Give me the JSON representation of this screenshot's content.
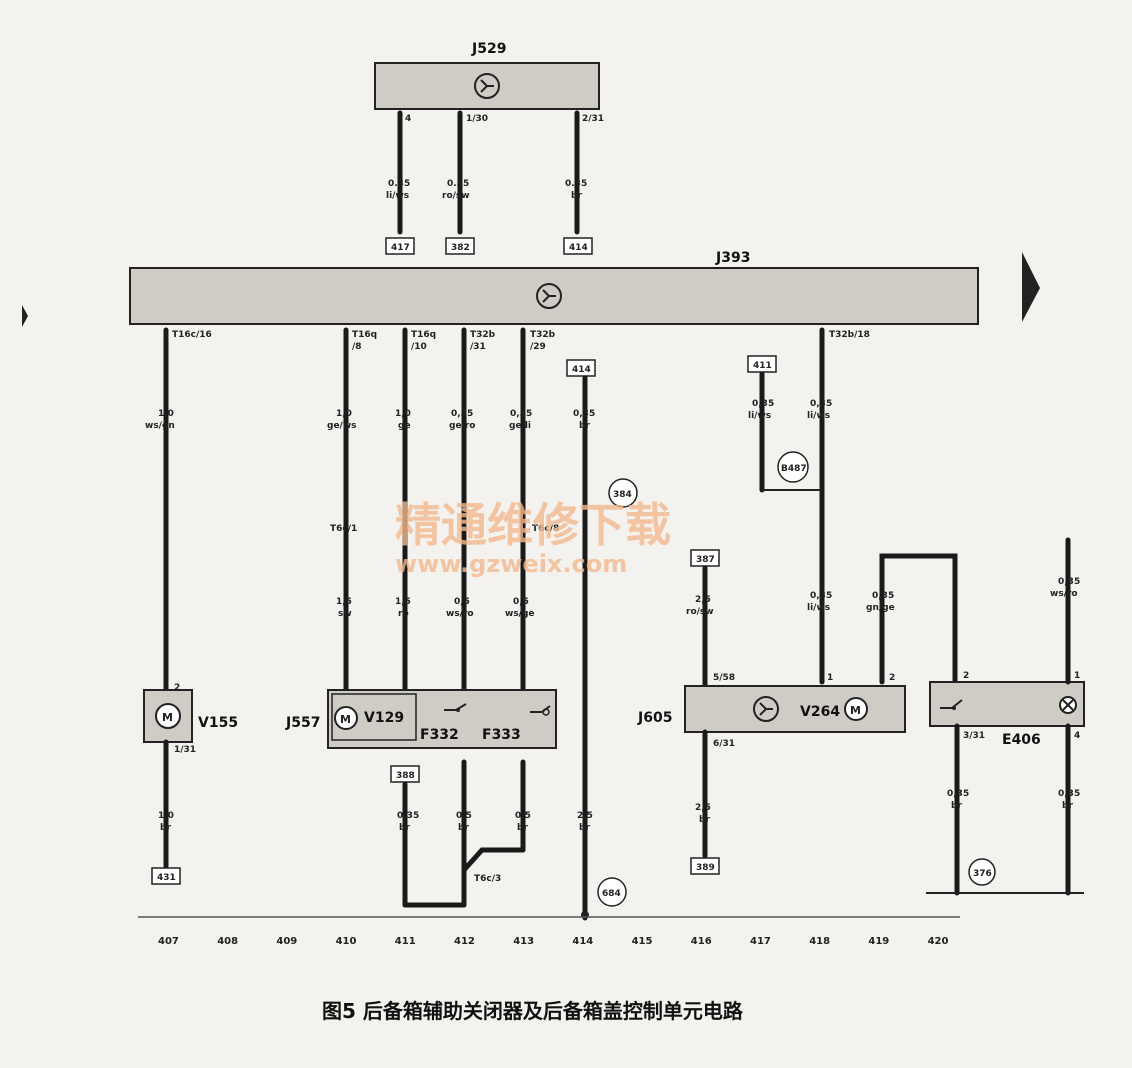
{
  "components": {
    "j529": "J529",
    "j393": "J393",
    "v155": "V155",
    "j557": "J557",
    "v129": "V129",
    "f332": "F332",
    "f333": "F333",
    "j605": "J605",
    "v264": "V264",
    "e406": "E406"
  },
  "pins": {
    "j529_4": "4",
    "j529_1_30": "1/30",
    "j529_2_31": "2/31",
    "t16c_16": "T16c/16",
    "t16q_a": "T16q",
    "t16q_a2": "/8",
    "t16q_b": "T16q",
    "t16q_b2": "/10",
    "t32b_a": "T32b",
    "t32b_a2": "/31",
    "t32b_b": "T32b",
    "t32b_b2": "/29",
    "t32b_18": "T32b/18",
    "v155_2": "2",
    "v155_1_31": "1/31",
    "j605_5_58": "5/58",
    "j605_6_31": "6/31",
    "v264_1": "1",
    "v264_2": "2",
    "e406_2": "2",
    "e406_3_31": "3/31",
    "e406_1": "1",
    "e406_4": "4"
  },
  "connectors": {
    "t6c1": "T6c/1",
    "t6c8": "T6c/8",
    "t6c3": "T6c/3"
  },
  "wires": {
    "w417_size": "0.35",
    "w417_color": "li/ws",
    "w382_size": "0.35",
    "w382_color": "ro/sw",
    "w414a_size": "0.35",
    "w414a_color": "br",
    "v155_top_size": "1,0",
    "v155_top_color": "ws/gn",
    "j557a_size": "1,0",
    "j557a_color": "ge/ws",
    "j557b_size": "1,0",
    "j557b_color": "ge",
    "j557c_size": "0,35",
    "j557c_color": "ge/ro",
    "j557d_size": "0,35",
    "j557d_color": "ge/li",
    "w414b_size": "0,35",
    "w414b_color": "br",
    "w411_size": "0,35",
    "w411_color": "li/ws",
    "t32b18_size": "0,35",
    "t32b18_color": "li/ws",
    "sw_size": "1,5",
    "sw_color": "sw",
    "ro_size": "1,5",
    "ro_color": "ro",
    "wsro_size": "0,5",
    "wsro_color": "ws/ro",
    "wsge_size": "0,5",
    "wsge_color": "ws/ge",
    "j605_in_size": "2,5",
    "j605_in_color": "ro/sw",
    "v264_1_size": "0,35",
    "v264_1_color": "li/ws",
    "v264_2_size": "0,35",
    "v264_2_color": "gn/ge",
    "e406_1_size": "0,35",
    "e406_1_color": "ws/ro",
    "v155_bot_size": "1,0",
    "v155_bot_color": "br",
    "j557_gnd_size": "0,35",
    "j557_gnd_color": "br",
    "f332_gnd_size": "0,5",
    "f332_gnd_color": "br",
    "f333_gnd_size": "0,5",
    "f333_gnd_color": "br",
    "main414_size": "2,5",
    "main414_color": "br",
    "j605_gnd_size": "2,5",
    "j605_gnd_color": "br",
    "e406_gnd1_size": "0,35",
    "e406_gnd1_color": "br",
    "e406_gnd2_size": "0,35",
    "e406_gnd2_color": "br"
  },
  "refs": {
    "r417": "417",
    "r382": "382",
    "r414a": "414",
    "r414b": "414",
    "r411": "411",
    "r388": "388",
    "r431": "431",
    "r389": "389",
    "r_j605_in": "387"
  },
  "nodes": {
    "n384": "384",
    "nB487": "B487",
    "n684": "684",
    "n376": "376"
  },
  "axis": [
    "407",
    "408",
    "409",
    "410",
    "411",
    "412",
    "413",
    "414",
    "415",
    "416",
    "417",
    "418",
    "419",
    "420"
  ],
  "caption": "图5  后备箱辅助关闭器及后备箱盖控制单元电路",
  "watermark": {
    "line1": "精通维修下载",
    "line2": "www.gzweix.com"
  },
  "icons": [
    "bus-icon",
    "motor-icon",
    "switch-icon",
    "lamp-icon",
    "arrow-right-icon",
    "arrow-left-icon"
  ]
}
